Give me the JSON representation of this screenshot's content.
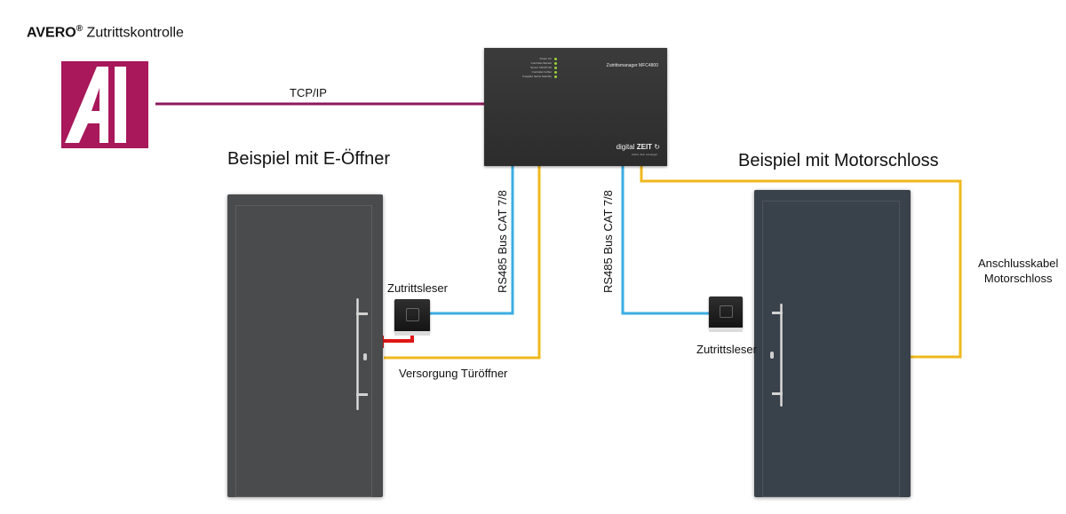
{
  "brand": {
    "name": "AVERO",
    "registered_mark": "®",
    "product": "Zutrittskontrolle",
    "logo_letter": "A",
    "logo_color": "#a8185a"
  },
  "headings": {
    "left": "Beispiel mit E-Öffner",
    "right": "Beispiel mit Motorschloss"
  },
  "connections": {
    "tcp_ip": "TCP/IP",
    "bus_left": "RS485 Bus CAT 7/8",
    "bus_right": "RS485 Bus CAT 7/8",
    "power_door_opener": "Versorgung Türöffner",
    "motorlock_cable_line1": "Anschlusskabel",
    "motorlock_cable_line2": "Motorschloss"
  },
  "readers": {
    "left_label": "Zutrittsleser",
    "right_label": "Zutrittsleser"
  },
  "controller": {
    "model": "Zutrittsmanager MFC4800",
    "brand_prefix": "digital",
    "brand_name": "ZEIT",
    "claim": "Zutritt. Zeit. Lösungen.",
    "leds": [
      "Power On",
      "Controller Betrieb",
      "Server TAF/IP OK",
      "Controller Fehler",
      "Freigabe Netzw Standby"
    ]
  },
  "wire_colors": {
    "network": "#8b1a5e",
    "bus": "#3aaee2",
    "power": "#f0b81e",
    "door_opener": "#e01616",
    "motor_lock": "#b19d22"
  }
}
